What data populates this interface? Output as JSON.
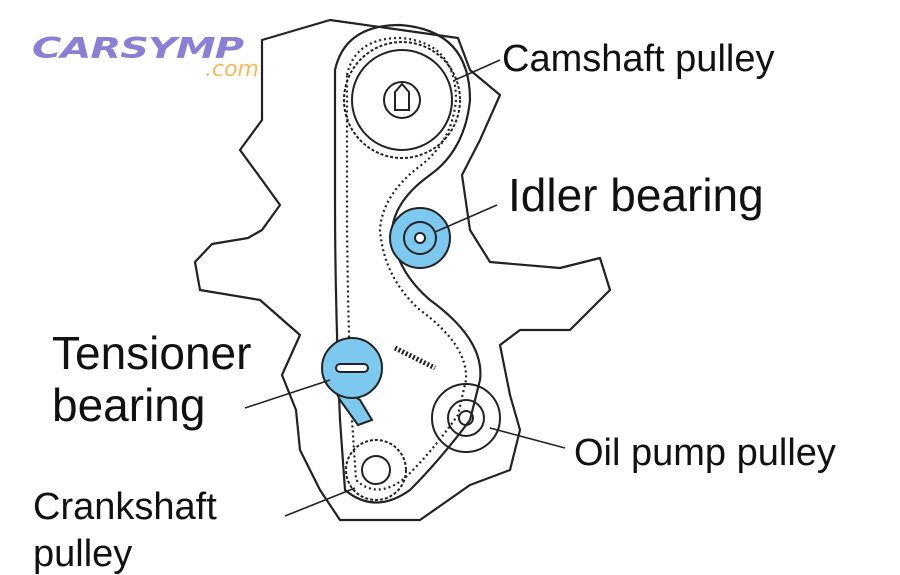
{
  "logo": {
    "brand": "CARSYMP",
    "domain": ".com",
    "colors": {
      "brand": "#8a7fd6",
      "domain": "#f5b95c"
    }
  },
  "labels": {
    "camshaft": "Camshaft pulley",
    "idler": "Idler bearing",
    "tensioner_line1": "Tensioner",
    "tensioner_line2": "bearing",
    "oil_pump": "Oil pump pulley",
    "crankshaft_line1": "Crankshaft",
    "crankshaft_line2": "pulley"
  },
  "colors": {
    "highlight": "#7cc8ee",
    "line": "#222222"
  }
}
